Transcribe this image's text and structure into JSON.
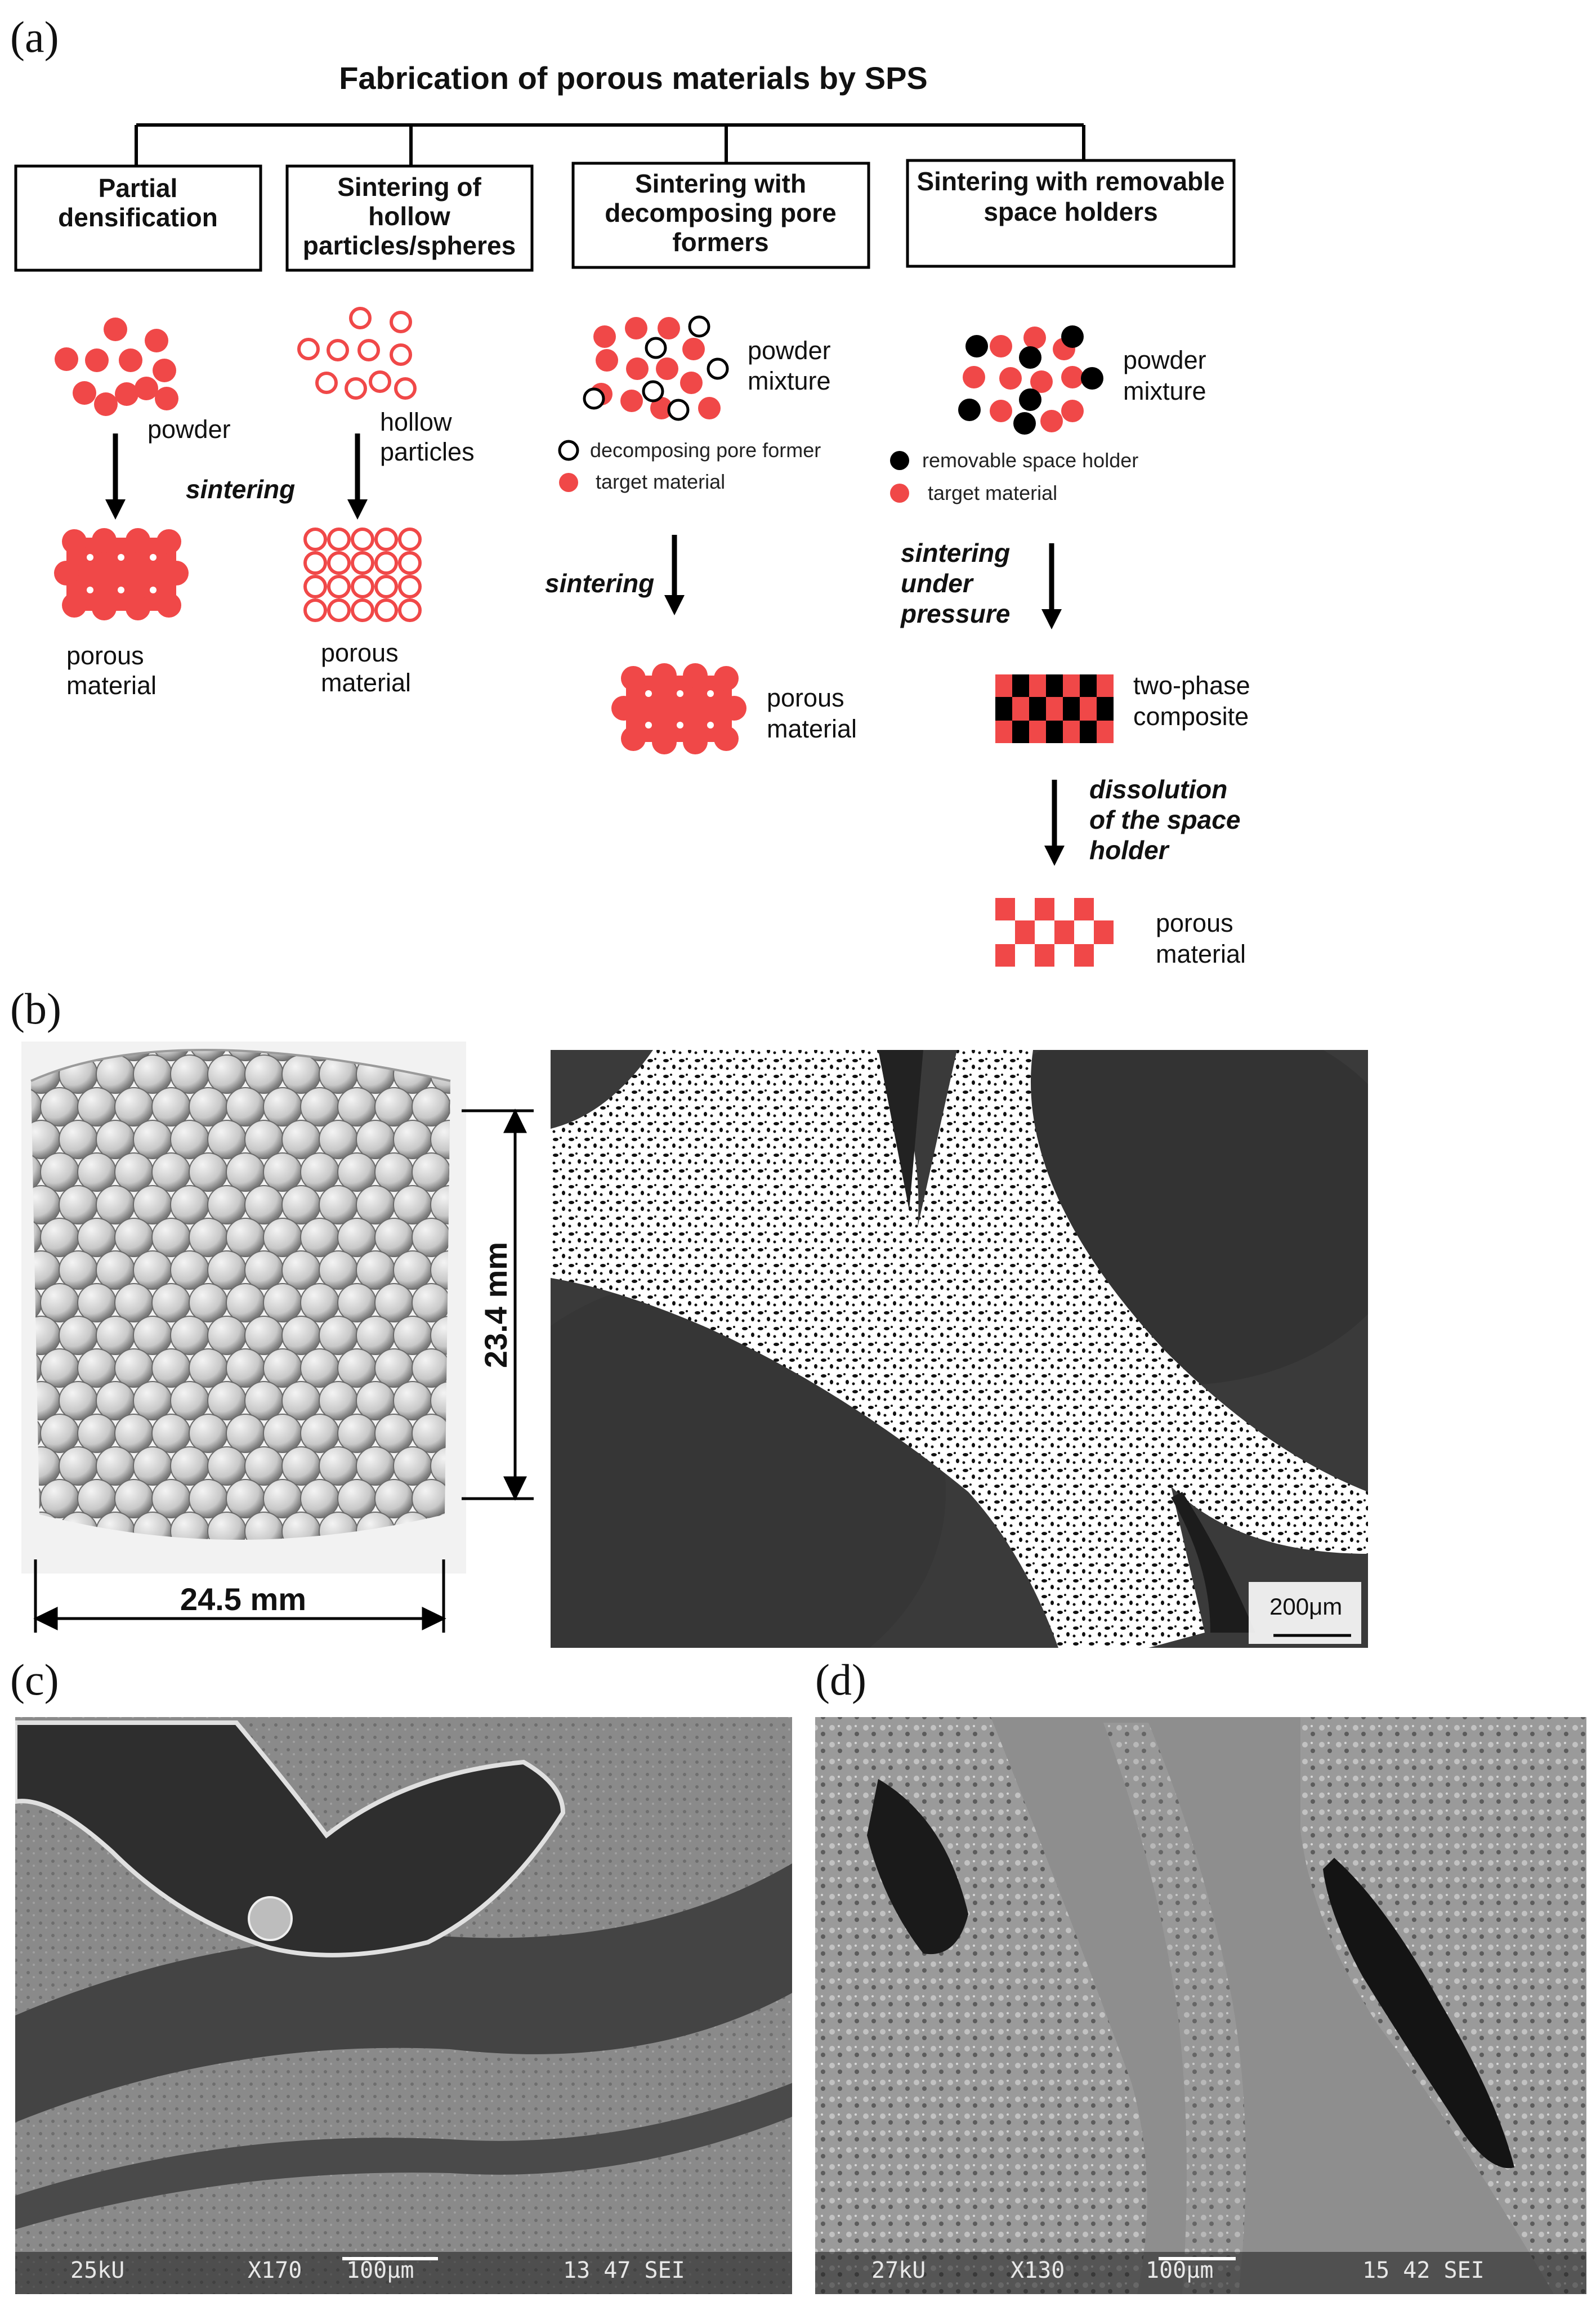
{
  "panel_labels": {
    "a": "(a)",
    "b": "(b)",
    "c": "(c)",
    "d": "(d)"
  },
  "diagram": {
    "title": "Fabrication of porous materials by SPS",
    "box1": {
      "line1": "Partial",
      "line2": "densification"
    },
    "box2": {
      "line1": "Sintering of",
      "line2": "hollow",
      "line3": "particles/spheres"
    },
    "box3": {
      "line1": "Sintering with",
      "line2": "decomposing pore",
      "line3": "formers"
    },
    "box4": {
      "line1": "Sintering with removable",
      "line2": "space holders"
    },
    "powder": "powder",
    "hollow_particles": {
      "line1": "hollow",
      "line2": "particles"
    },
    "sintering": "sintering",
    "porous_material": {
      "line1": "porous",
      "line2": "material"
    },
    "powder_mixture": {
      "line1": "powder",
      "line2": "mixture"
    },
    "legend_decomposing": "decomposing pore former",
    "legend_target": "target material",
    "legend_removable": "removable space holder",
    "sintering_under_pressure": {
      "line1": "sintering",
      "line2": "under",
      "line3": "pressure"
    },
    "two_phase": {
      "line1": "two-phase",
      "line2": "composite"
    },
    "dissolution": {
      "line1": "dissolution",
      "line2": "of the space",
      "line3": "holder"
    },
    "colors": {
      "target": "#f04848",
      "holder": "#000000"
    }
  },
  "panel_b": {
    "height_label": "23.4 mm",
    "width_label": "24.5 mm",
    "scale_label": "200μm"
  },
  "panel_c": {
    "sem_kv": "25kU",
    "sem_mag": "X170",
    "sem_scale": "100μm",
    "sem_info": "13 47 SEI"
  },
  "panel_d": {
    "sem_kv": "27kU",
    "sem_mag": "X130",
    "sem_scale": "100μm",
    "sem_info": "15 42 SEI"
  }
}
